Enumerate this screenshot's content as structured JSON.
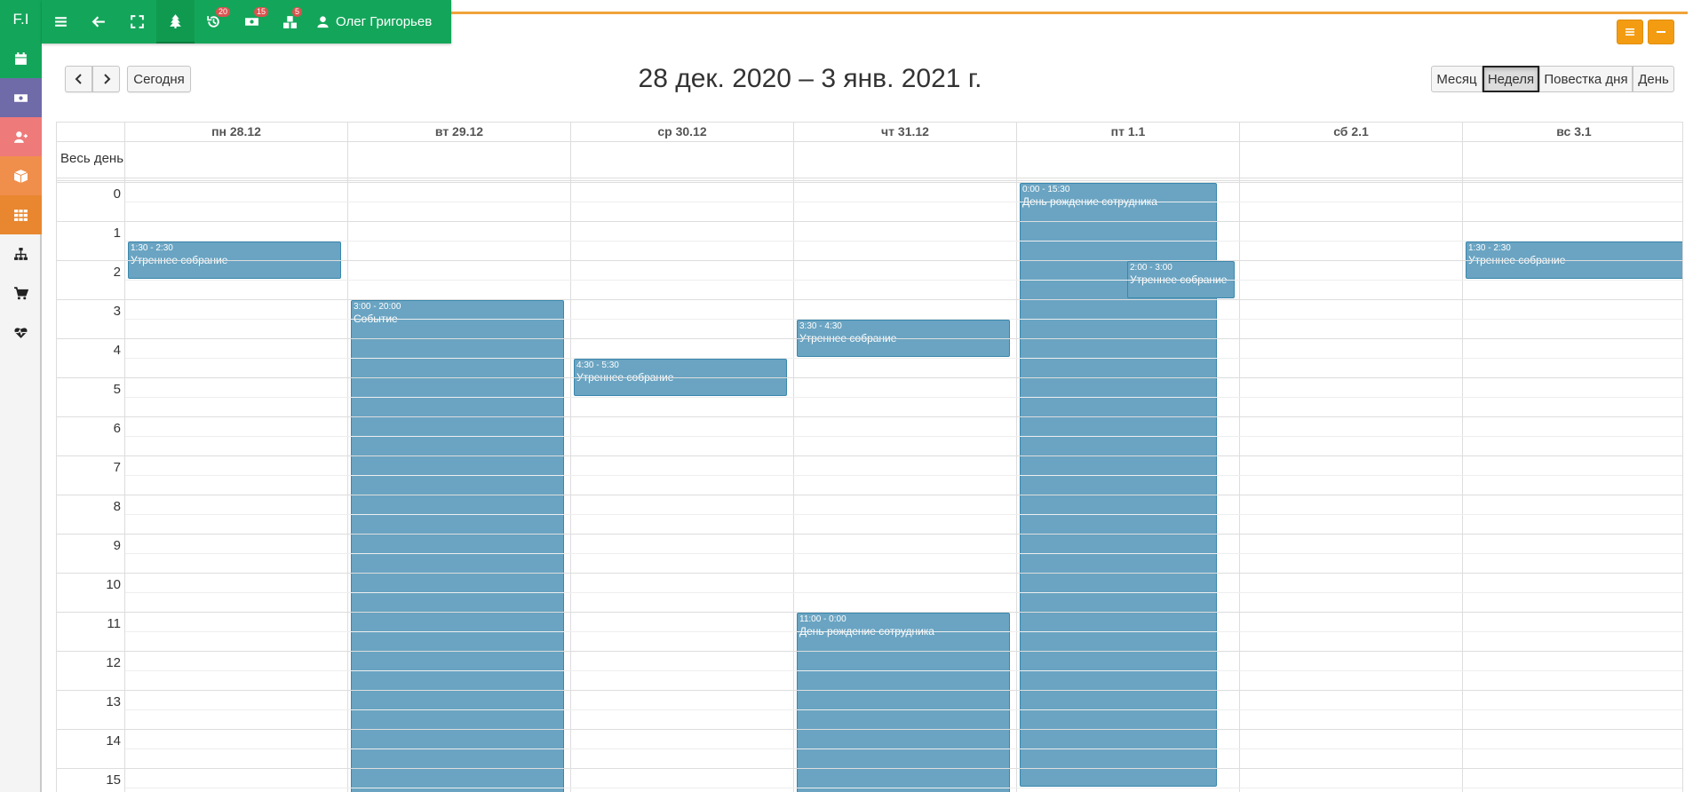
{
  "topbar": {
    "logo": "F.I",
    "badges": {
      "history": "20",
      "money": "15",
      "boxes": "5"
    },
    "user_name": "Олег Григорьев"
  },
  "sidebar": {
    "items": [
      {
        "icon": "calendar-icon",
        "color": "#13a65a"
      },
      {
        "icon": "money-icon",
        "color": "#6f6aa8"
      },
      {
        "icon": "add-user-icon",
        "color": "#ee7a7a"
      },
      {
        "icon": "box-icon",
        "color": "#f08e4b"
      },
      {
        "icon": "grid-icon",
        "color": "#e8872f"
      },
      {
        "icon": "sitemap-icon",
        "color": "#f4f4f4"
      },
      {
        "icon": "cart-icon",
        "color": "#f4f4f4"
      },
      {
        "icon": "heartbeat-icon",
        "color": "#f4f4f4"
      }
    ]
  },
  "calendar": {
    "title": "28 дек. 2020 – 3 янв. 2021 г.",
    "today_label": "Сегодня",
    "views": [
      "Месяц",
      "Неделя",
      "Повестка дня",
      "День"
    ],
    "active_view": "Неделя",
    "all_day_label": "Весь день",
    "days": [
      "пн 28.12",
      "вт 29.12",
      "ср 30.12",
      "чт 31.12",
      "пт 1.1",
      "сб 2.1",
      "вс 3.1"
    ],
    "hours": [
      "0",
      "1",
      "2",
      "3",
      "4",
      "5",
      "6",
      "7",
      "8",
      "9",
      "10",
      "11",
      "12",
      "13",
      "14",
      "15"
    ],
    "events": [
      {
        "day": 0,
        "start": 1.5,
        "end": 2.5,
        "time": "1:30 - 2:30",
        "title": "Утреннее собрание"
      },
      {
        "day": 1,
        "start": 3.0,
        "end": 20.0,
        "time": "3:00 - 20:00",
        "title": "Событие"
      },
      {
        "day": 2,
        "start": 4.5,
        "end": 5.5,
        "time": "4:30 - 5:30",
        "title": "Утреннее собрание"
      },
      {
        "day": 3,
        "start": 3.5,
        "end": 4.5,
        "time": "3:30 - 4:30",
        "title": "Утреннее собрание"
      },
      {
        "day": 3,
        "start": 11.0,
        "end": 24.0,
        "time": "11:00 - 0:00",
        "title": "День рождение сотрудника"
      },
      {
        "day": 4,
        "start": 0.0,
        "end": 15.5,
        "time": "0:00 - 15:30",
        "title": "День рождение сотрудника"
      },
      {
        "day": 4,
        "start": 2.0,
        "end": 3.0,
        "time": "2:00 - 3:00",
        "title": "Утреннее собрание"
      },
      {
        "day": 6,
        "start": 1.5,
        "end": 2.5,
        "time": "1:30 - 2:30",
        "title": "Утреннее собрание"
      }
    ],
    "event_color": "#6aa4c2"
  }
}
